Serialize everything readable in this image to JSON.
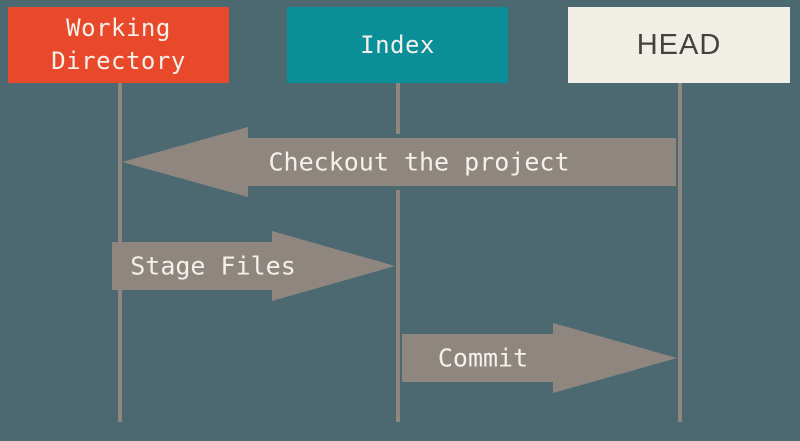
{
  "diagram": {
    "background_color": "#4C6972",
    "arrow_color": "#8F867F",
    "lifeline_color": "#8F867F",
    "arrow_label_color": "#F4F1EB",
    "columns": [
      {
        "id": "working-directory",
        "label": "Working Directory",
        "box_color": "#E8492B",
        "text_color": "#F4F1EB"
      },
      {
        "id": "index",
        "label": "Index",
        "box_color": "#0A8F99",
        "text_color": "#F4F1EB"
      },
      {
        "id": "head",
        "label": "HEAD",
        "box_color": "#F1EEE6",
        "text_color": "#46413C"
      }
    ],
    "arrows": [
      {
        "id": "checkout",
        "label": "Checkout the project",
        "from": "HEAD",
        "to": "Working Directory",
        "direction": "left"
      },
      {
        "id": "stage",
        "label": "Stage Files",
        "from": "Working Directory",
        "to": "Index",
        "direction": "right"
      },
      {
        "id": "commit",
        "label": "Commit",
        "from": "Index",
        "to": "HEAD",
        "direction": "right"
      }
    ]
  }
}
